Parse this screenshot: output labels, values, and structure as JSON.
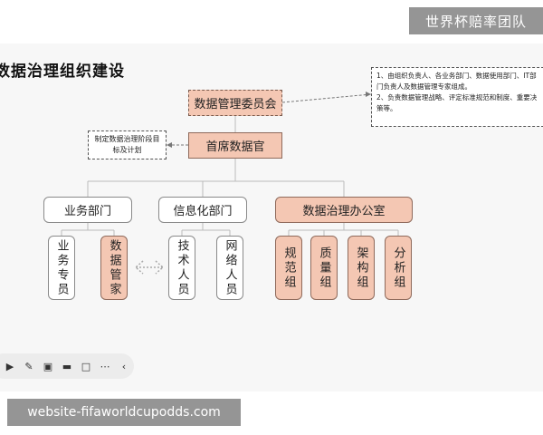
{
  "watermark_top": "世界杯赔率团队",
  "watermark_bottom": "website-fifaworldcupodds.com",
  "title": "数据治理组织建设",
  "committee": "数据管理委员会",
  "cdo": "首席数据官",
  "plan_note": "制定数据治理阶段目标及计划",
  "committee_note": {
    "line1": "1、由组织负责人、各业务部门、数据使用部门、IT部门负责人及数据管理专家组成。",
    "line2": "2、负责数据管理战略、评定标准规范和制度、重要决策等。"
  },
  "departments": {
    "business": "业务部门",
    "it": "信息化部门",
    "office": "数据治理办公室"
  },
  "roles": {
    "business_expert": "业务专员",
    "data_steward": "数据管家",
    "tech_staff": "技术人员",
    "network_staff": "网络人员",
    "standards_group": "规范组",
    "quality_group": "质量组",
    "architecture_group": "架构组",
    "analysis_group": "分析组"
  },
  "toolbar_icons": [
    "play-icon",
    "pen-icon",
    "zoom-icon",
    "screen-icon",
    "comment-icon",
    "more-icon",
    "collapse-icon"
  ]
}
